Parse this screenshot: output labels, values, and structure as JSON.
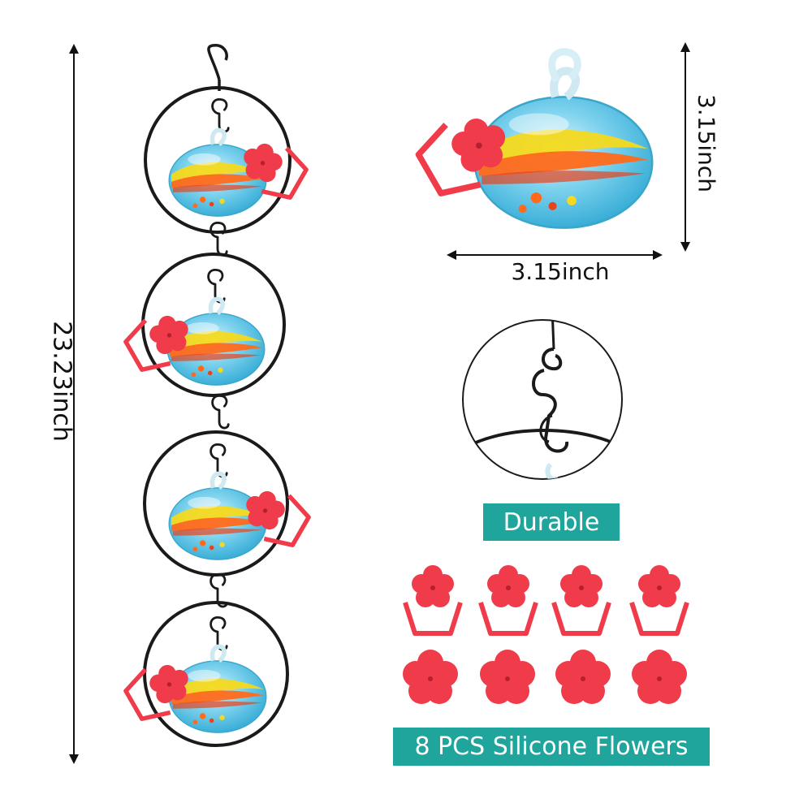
{
  "dimensions": {
    "total_length": "23.23inch",
    "feeder_height": "3.15inch",
    "feeder_width": "3.15inch"
  },
  "labels": {
    "durable": "Durable",
    "flowers": "8 PCS Silicone Flowers"
  },
  "colors": {
    "badge": "#1fa59c",
    "flower": "#ef3b4a",
    "ring": "#1a1a1a",
    "glass_blue": "#5fc3e4",
    "swirl_orange": "#ff6a1a",
    "swirl_yellow": "#f4d91e"
  }
}
